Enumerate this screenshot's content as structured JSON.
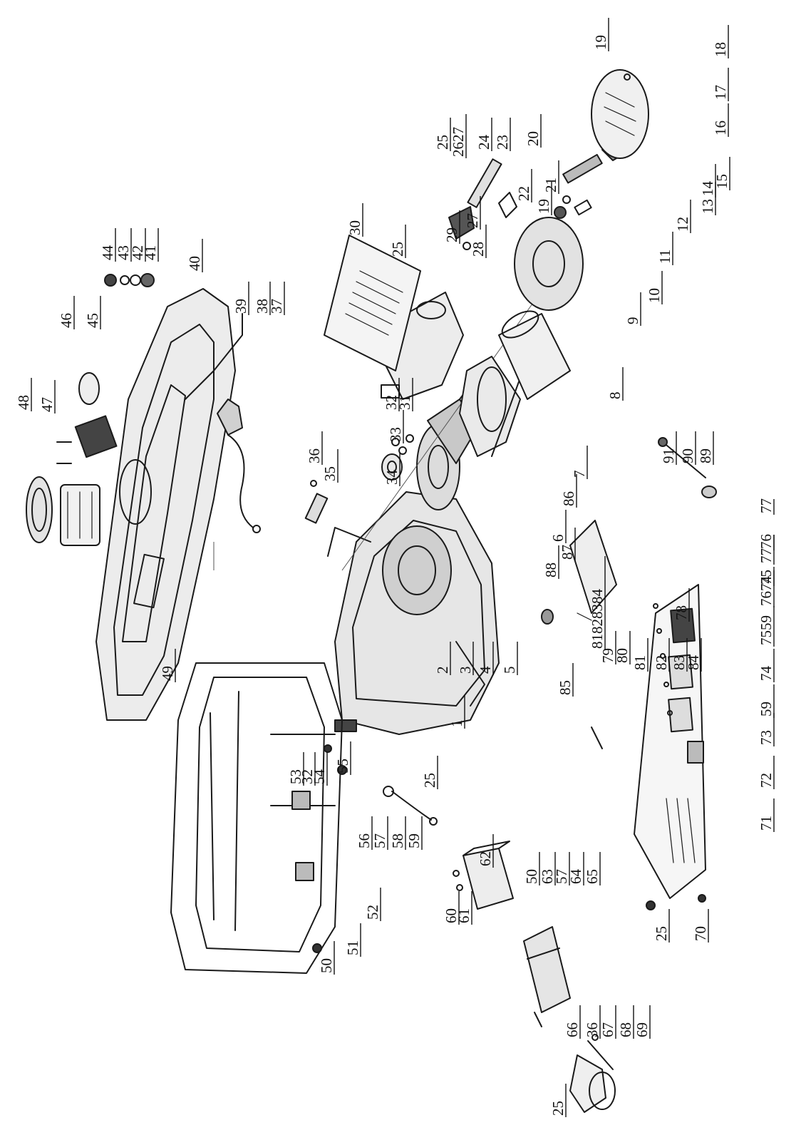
{
  "callouts": [
    {
      "id": "c1",
      "text": "1"
    },
    {
      "id": "c2",
      "text": "2"
    },
    {
      "id": "c3",
      "text": "3"
    },
    {
      "id": "c4",
      "text": "4"
    },
    {
      "id": "c5",
      "text": "5"
    },
    {
      "id": "c6",
      "text": "6"
    },
    {
      "id": "c7",
      "text": "7"
    },
    {
      "id": "c8",
      "text": "8"
    },
    {
      "id": "c9",
      "text": "9"
    },
    {
      "id": "c10",
      "text": "10"
    },
    {
      "id": "c11",
      "text": "11"
    },
    {
      "id": "c12",
      "text": "12"
    },
    {
      "id": "c13",
      "text": "13"
    },
    {
      "id": "c14",
      "text": "14"
    },
    {
      "id": "c15",
      "text": "15"
    },
    {
      "id": "c16",
      "text": "16"
    },
    {
      "id": "c17",
      "text": "17"
    },
    {
      "id": "c18",
      "text": "18"
    },
    {
      "id": "c19a",
      "text": "19"
    },
    {
      "id": "c19b",
      "text": "19"
    },
    {
      "id": "c20",
      "text": "20"
    },
    {
      "id": "c21",
      "text": "21"
    },
    {
      "id": "c22",
      "text": "22"
    },
    {
      "id": "c23",
      "text": "23"
    },
    {
      "id": "c24",
      "text": "24"
    },
    {
      "id": "c25a",
      "text": "25"
    },
    {
      "id": "c25b",
      "text": "25"
    },
    {
      "id": "c2627",
      "text": "2627"
    },
    {
      "id": "c27",
      "text": "27"
    },
    {
      "id": "c28",
      "text": "28"
    },
    {
      "id": "c29",
      "text": "29"
    },
    {
      "id": "c30",
      "text": "30"
    },
    {
      "id": "c25c",
      "text": "25"
    },
    {
      "id": "c31",
      "text": "31"
    },
    {
      "id": "c32a",
      "text": "32"
    },
    {
      "id": "c33",
      "text": "33"
    },
    {
      "id": "c34",
      "text": "34"
    },
    {
      "id": "c35",
      "text": "35"
    },
    {
      "id": "c36a",
      "text": "36"
    },
    {
      "id": "c37",
      "text": "37"
    },
    {
      "id": "c38",
      "text": "38"
    },
    {
      "id": "c39",
      "text": "39"
    },
    {
      "id": "c40",
      "text": "40"
    },
    {
      "id": "c41",
      "text": "41"
    },
    {
      "id": "c42",
      "text": "42"
    },
    {
      "id": "c43",
      "text": "43"
    },
    {
      "id": "c44",
      "text": "44"
    },
    {
      "id": "c45",
      "text": "45"
    },
    {
      "id": "c46",
      "text": "46"
    },
    {
      "id": "c47",
      "text": "47"
    },
    {
      "id": "c48",
      "text": "48"
    },
    {
      "id": "c49",
      "text": "49"
    },
    {
      "id": "c50a",
      "text": "50"
    },
    {
      "id": "c51",
      "text": "51"
    },
    {
      "id": "c52",
      "text": "52"
    },
    {
      "id": "c53",
      "text": "53"
    },
    {
      "id": "c32b",
      "text": "32"
    },
    {
      "id": "c54",
      "text": "54"
    },
    {
      "id": "c55",
      "text": "55"
    },
    {
      "id": "c56",
      "text": "56"
    },
    {
      "id": "c57a",
      "text": "57"
    },
    {
      "id": "c58",
      "text": "58"
    },
    {
      "id": "c59a",
      "text": "59"
    },
    {
      "id": "c25d",
      "text": "25"
    },
    {
      "id": "c60",
      "text": "60"
    },
    {
      "id": "c61",
      "text": "61"
    },
    {
      "id": "c62",
      "text": "62"
    },
    {
      "id": "c50b",
      "text": "50"
    },
    {
      "id": "c63",
      "text": "63"
    },
    {
      "id": "c57b",
      "text": "57"
    },
    {
      "id": "c64",
      "text": "64"
    },
    {
      "id": "c65",
      "text": "65"
    },
    {
      "id": "c25e",
      "text": "25"
    },
    {
      "id": "c66",
      "text": "66"
    },
    {
      "id": "c36b",
      "text": "36"
    },
    {
      "id": "c67",
      "text": "67"
    },
    {
      "id": "c68",
      "text": "68"
    },
    {
      "id": "c69",
      "text": "69"
    },
    {
      "id": "c25f",
      "text": "25"
    },
    {
      "id": "c70",
      "text": "70"
    },
    {
      "id": "c71",
      "text": "71"
    },
    {
      "id": "c72",
      "text": "72"
    },
    {
      "id": "c73",
      "text": "73"
    },
    {
      "id": "c59b",
      "text": "59"
    },
    {
      "id": "c74",
      "text": "74"
    },
    {
      "id": "c7559",
      "text": "7559"
    },
    {
      "id": "c7674",
      "text": "7674"
    },
    {
      "id": "c77",
      "text": "77"
    },
    {
      "id": "c75",
      "text": "75"
    },
    {
      "id": "c76",
      "text": "76"
    },
    {
      "id": "c77b",
      "text": "77"
    },
    {
      "id": "c78",
      "text": "78"
    },
    {
      "id": "c79",
      "text": "79"
    },
    {
      "id": "c81828384",
      "text": "81828384"
    },
    {
      "id": "c80",
      "text": "80"
    },
    {
      "id": "c81",
      "text": "81"
    },
    {
      "id": "c82",
      "text": "82"
    },
    {
      "id": "c83",
      "text": "83"
    },
    {
      "id": "c84",
      "text": "84"
    },
    {
      "id": "c85",
      "text": "85"
    },
    {
      "id": "c86",
      "text": "86"
    },
    {
      "id": "c87",
      "text": "87"
    },
    {
      "id": "c88",
      "text": "88"
    },
    {
      "id": "c89",
      "text": "89"
    },
    {
      "id": "c90",
      "text": "90"
    },
    {
      "id": "c91",
      "text": "91"
    }
  ]
}
